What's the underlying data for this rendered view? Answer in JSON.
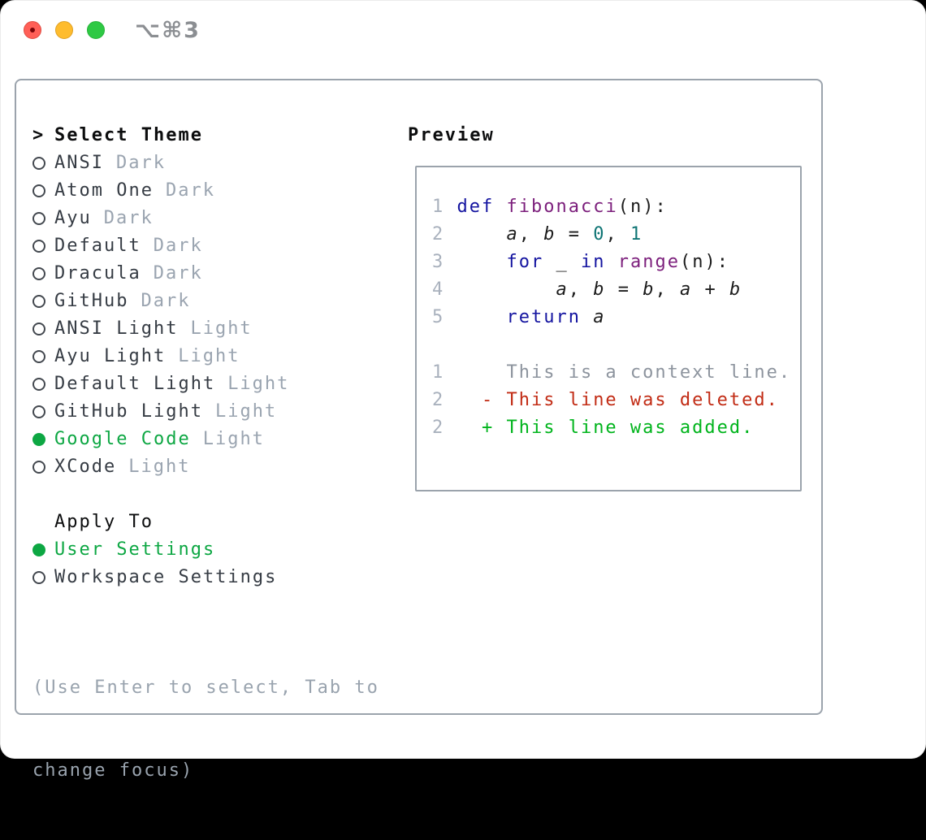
{
  "window": {
    "title": "⌥⌘3",
    "traffic_lights": [
      "close",
      "minimize",
      "zoom"
    ]
  },
  "theme_list": {
    "header_prefix": ">",
    "header": "Select Theme",
    "items": [
      {
        "name": "ANSI",
        "variant": "Dark",
        "selected": false
      },
      {
        "name": "Atom One",
        "variant": "Dark",
        "selected": false
      },
      {
        "name": "Ayu",
        "variant": "Dark",
        "selected": false
      },
      {
        "name": "Default",
        "variant": "Dark",
        "selected": false
      },
      {
        "name": "Dracula",
        "variant": "Dark",
        "selected": false
      },
      {
        "name": "GitHub",
        "variant": "Dark",
        "selected": false
      },
      {
        "name": "ANSI Light",
        "variant": "Light",
        "selected": false
      },
      {
        "name": "Ayu Light",
        "variant": "Light",
        "selected": false
      },
      {
        "name": "Default Light",
        "variant": "Light",
        "selected": false
      },
      {
        "name": "GitHub Light",
        "variant": "Light",
        "selected": false
      },
      {
        "name": "Google Code",
        "variant": "Light",
        "selected": true
      },
      {
        "name": "XCode",
        "variant": "Light",
        "selected": false
      }
    ]
  },
  "apply_to": {
    "header": "Apply To",
    "options": [
      {
        "label": "User Settings",
        "selected": true
      },
      {
        "label": "Workspace Settings",
        "selected": false
      }
    ]
  },
  "help": {
    "line1": "(Use Enter to select, Tab to",
    "line2": "change focus)"
  },
  "preview": {
    "header": "Preview",
    "code_lines": [
      {
        "num": "1",
        "tokens": [
          [
            "def ",
            "kw"
          ],
          [
            "fibonacci",
            "fn"
          ],
          [
            "(n):",
            "pl"
          ]
        ]
      },
      {
        "num": "2",
        "tokens": [
          [
            "    ",
            "pl"
          ],
          [
            "a",
            "var"
          ],
          [
            ", ",
            "pl"
          ],
          [
            "b",
            "var"
          ],
          [
            " = ",
            "pl"
          ],
          [
            "0",
            "lit"
          ],
          [
            ", ",
            "pl"
          ],
          [
            "1",
            "lit"
          ]
        ]
      },
      {
        "num": "3",
        "tokens": [
          [
            "    ",
            "pl"
          ],
          [
            "for",
            "kw"
          ],
          [
            " _ ",
            "pl"
          ],
          [
            "in",
            "kw"
          ],
          [
            " ",
            "pl"
          ],
          [
            "range",
            "fn"
          ],
          [
            "(n):",
            "pl"
          ]
        ]
      },
      {
        "num": "4",
        "tokens": [
          [
            "        ",
            "pl"
          ],
          [
            "a",
            "var"
          ],
          [
            ", ",
            "pl"
          ],
          [
            "b",
            "var"
          ],
          [
            " = ",
            "pl"
          ],
          [
            "b",
            "var"
          ],
          [
            ", ",
            "pl"
          ],
          [
            "a",
            "var"
          ],
          [
            " + ",
            "pl"
          ],
          [
            "b",
            "var"
          ]
        ]
      },
      {
        "num": "5",
        "tokens": [
          [
            "    ",
            "pl"
          ],
          [
            "return",
            "kw"
          ],
          [
            " ",
            "pl"
          ],
          [
            "a",
            "var"
          ]
        ]
      }
    ],
    "diff_lines": [
      {
        "num": "1",
        "marker": " ",
        "text": "This is a context line.",
        "type": "context"
      },
      {
        "num": "2",
        "marker": "-",
        "text": "This line was deleted.",
        "type": "deleted"
      },
      {
        "num": "2",
        "marker": "+",
        "text": "This line was added.",
        "type": "added"
      }
    ]
  },
  "colors": {
    "selection_green": "#0da743",
    "diff_added": "#00b41c",
    "diff_deleted": "#c22c15",
    "diff_context": "#8d949e",
    "keyword": "#1414a0",
    "function": "#7c1f7c",
    "literal": "#0e7474",
    "plain": "#1c1c1c",
    "line_number": "#a9b1bd",
    "variant_gray": "#9aa4b0",
    "help_gray": "#99a3ae",
    "list_text": "#363c44",
    "header_text": "#0c0d0e",
    "radio_ring": "#43484f",
    "border_gray": "#9ba3ac",
    "title_gray": "#8b8e92",
    "traffic_red": "#ff5f57",
    "traffic_red_border": "#e04b41",
    "traffic_red_dot": "#7a0408",
    "traffic_yellow": "#febc2e",
    "traffic_yellow_border": "#dfa023",
    "traffic_green": "#2ec944",
    "traffic_green_border": "#27b33a"
  }
}
